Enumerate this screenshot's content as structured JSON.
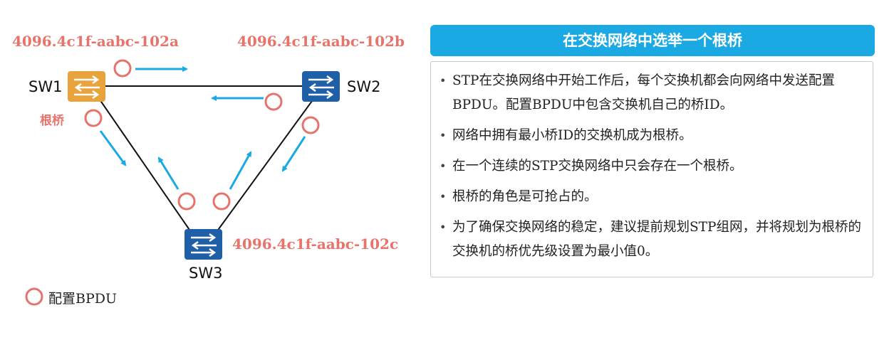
{
  "diagram": {
    "sw1": {
      "name": "SW1",
      "bridge_id": "4096.4c1f-aabc-102a",
      "role_label": "根桥",
      "color": "#e8a33d"
    },
    "sw2": {
      "name": "SW2",
      "bridge_id": "4096.4c1f-aabc-102b",
      "color": "#1f5fa8"
    },
    "sw3": {
      "name": "SW3",
      "bridge_id": "4096.4c1f-aabc-102c",
      "color": "#1f5fa8"
    },
    "bpdu_color": "#e8736a",
    "arrow_color": "#1aa9e3",
    "legend": {
      "icon": "bpdu-circle-icon",
      "label": "配置BPDU"
    }
  },
  "panel": {
    "title": "在交换网络中选举一个根桥",
    "title_color": "#1aa9e3",
    "bullets": [
      "STP在交换网络中开始工作后，每个交换机都会向网络中发送配置BPDU。配置BPDU中包含交换机自己的桥ID。",
      "网络中拥有最小桥ID的交换机成为根桥。",
      "在一个连续的STP交换网络中只会存在一个根桥。",
      "根桥的角色是可抢占的。",
      "为了确保交换网络的稳定，建议提前规划STP组网，并将规划为根桥的交换机的桥优先级设置为最小值0。"
    ]
  }
}
